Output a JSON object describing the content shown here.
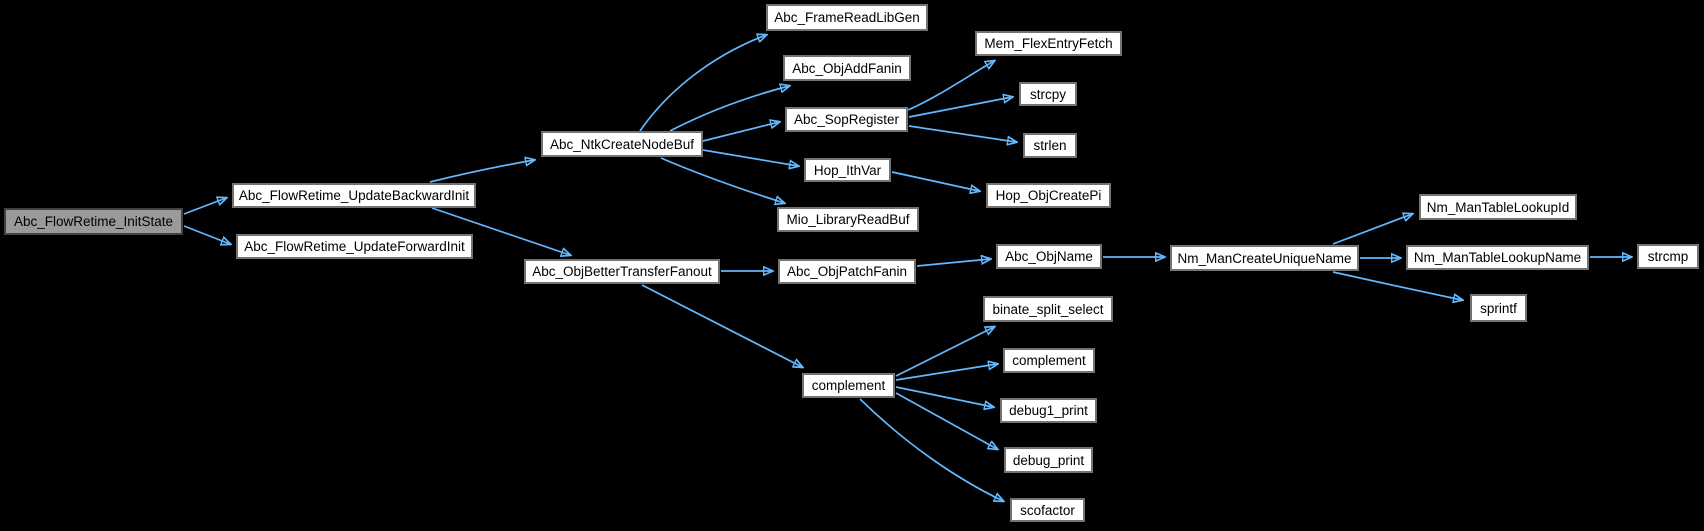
{
  "diagram": {
    "type": "call-graph",
    "background_color": "#000000",
    "edge_color": "#63b8ff",
    "node_fill_color": "#ffffff",
    "node_border_color": "#737373",
    "root_fill_color": "#9a9a9a",
    "root_border_color": "#424242",
    "nodes": [
      {
        "id": "Abc_FlowRetime_InitState",
        "label": "Abc_FlowRetime_InitState",
        "role": "root"
      },
      {
        "id": "Abc_FlowRetime_UpdateBackwardInit",
        "label": "Abc_FlowRetime_UpdateBackwardInit"
      },
      {
        "id": "Abc_FlowRetime_UpdateForwardInit",
        "label": "Abc_FlowRetime_UpdateForwardInit"
      },
      {
        "id": "Abc_NtkCreateNodeBuf",
        "label": "Abc_NtkCreateNodeBuf"
      },
      {
        "id": "Abc_ObjBetterTransferFanout",
        "label": "Abc_ObjBetterTransferFanout"
      },
      {
        "id": "Abc_FrameReadLibGen",
        "label": "Abc_FrameReadLibGen"
      },
      {
        "id": "Abc_ObjAddFanin",
        "label": "Abc_ObjAddFanin"
      },
      {
        "id": "Abc_SopRegister",
        "label": "Abc_SopRegister"
      },
      {
        "id": "Hop_IthVar",
        "label": "Hop_IthVar"
      },
      {
        "id": "Mio_LibraryReadBuf",
        "label": "Mio_LibraryReadBuf"
      },
      {
        "id": "Abc_ObjPatchFanin",
        "label": "Abc_ObjPatchFanin"
      },
      {
        "id": "complement",
        "label": "complement"
      },
      {
        "id": "Mem_FlexEntryFetch",
        "label": "Mem_FlexEntryFetch"
      },
      {
        "id": "strcpy",
        "label": "strcpy"
      },
      {
        "id": "strlen",
        "label": "strlen"
      },
      {
        "id": "Hop_ObjCreatePi",
        "label": "Hop_ObjCreatePi"
      },
      {
        "id": "Abc_ObjName",
        "label": "Abc_ObjName"
      },
      {
        "id": "binate_split_select",
        "label": "binate_split_select"
      },
      {
        "id": "complement_2",
        "label": "complement"
      },
      {
        "id": "debug1_print",
        "label": "debug1_print"
      },
      {
        "id": "debug_print",
        "label": "debug_print"
      },
      {
        "id": "scofactor",
        "label": "scofactor"
      },
      {
        "id": "Nm_ManCreateUniqueName",
        "label": "Nm_ManCreateUniqueName"
      },
      {
        "id": "Nm_ManTableLookupId",
        "label": "Nm_ManTableLookupId"
      },
      {
        "id": "Nm_ManTableLookupName",
        "label": "Nm_ManTableLookupName"
      },
      {
        "id": "sprintf",
        "label": "sprintf"
      },
      {
        "id": "strcmp",
        "label": "strcmp"
      }
    ],
    "edges": [
      {
        "from": "Abc_FlowRetime_InitState",
        "to": "Abc_FlowRetime_UpdateBackwardInit"
      },
      {
        "from": "Abc_FlowRetime_InitState",
        "to": "Abc_FlowRetime_UpdateForwardInit"
      },
      {
        "from": "Abc_FlowRetime_UpdateBackwardInit",
        "to": "Abc_NtkCreateNodeBuf"
      },
      {
        "from": "Abc_FlowRetime_UpdateBackwardInit",
        "to": "Abc_ObjBetterTransferFanout"
      },
      {
        "from": "Abc_NtkCreateNodeBuf",
        "to": "Abc_FrameReadLibGen"
      },
      {
        "from": "Abc_NtkCreateNodeBuf",
        "to": "Abc_ObjAddFanin"
      },
      {
        "from": "Abc_NtkCreateNodeBuf",
        "to": "Abc_SopRegister"
      },
      {
        "from": "Abc_NtkCreateNodeBuf",
        "to": "Hop_IthVar"
      },
      {
        "from": "Abc_NtkCreateNodeBuf",
        "to": "Mio_LibraryReadBuf"
      },
      {
        "from": "Abc_SopRegister",
        "to": "Mem_FlexEntryFetch"
      },
      {
        "from": "Abc_SopRegister",
        "to": "strcpy"
      },
      {
        "from": "Abc_SopRegister",
        "to": "strlen"
      },
      {
        "from": "Hop_IthVar",
        "to": "Hop_ObjCreatePi"
      },
      {
        "from": "Abc_ObjBetterTransferFanout",
        "to": "Abc_ObjPatchFanin"
      },
      {
        "from": "Abc_ObjBetterTransferFanout",
        "to": "complement"
      },
      {
        "from": "Abc_ObjPatchFanin",
        "to": "Abc_ObjName"
      },
      {
        "from": "Abc_ObjName",
        "to": "Nm_ManCreateUniqueName"
      },
      {
        "from": "Nm_ManCreateUniqueName",
        "to": "Nm_ManTableLookupId"
      },
      {
        "from": "Nm_ManCreateUniqueName",
        "to": "Nm_ManTableLookupName"
      },
      {
        "from": "Nm_ManCreateUniqueName",
        "to": "sprintf"
      },
      {
        "from": "Nm_ManTableLookupName",
        "to": "strcmp"
      },
      {
        "from": "complement",
        "to": "binate_split_select"
      },
      {
        "from": "complement",
        "to": "complement_2"
      },
      {
        "from": "complement",
        "to": "debug1_print"
      },
      {
        "from": "complement",
        "to": "debug_print"
      },
      {
        "from": "complement",
        "to": "scofactor"
      }
    ]
  }
}
